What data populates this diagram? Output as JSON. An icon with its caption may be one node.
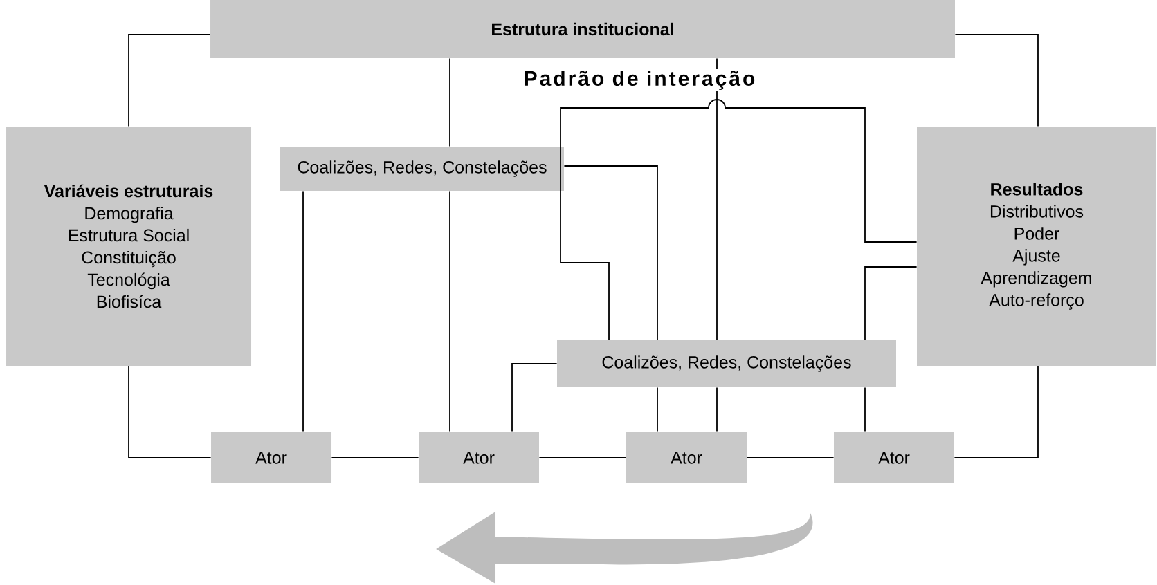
{
  "diagram": {
    "nodes": [
      {
        "text": [
          "Estrutura institucional"
        ]
      },
      {
        "text": [
          "Variáveis estruturais",
          "Demografia",
          "Estrutura Social",
          "Constituição",
          "Tecnológia",
          "Biofisíca"
        ]
      },
      {
        "text": [
          "Coalizões, Redes, Constelações"
        ]
      },
      {
        "text": [
          "Coalizões, Redes, Constelações"
        ]
      },
      {
        "text": [
          "Resultados",
          "Distributivos",
          "Poder",
          "Ajuste",
          "Aprendizagem",
          "Auto-reforço"
        ]
      },
      {
        "text": [
          "Ator"
        ]
      },
      {
        "text": [
          "Ator"
        ]
      },
      {
        "text": [
          "Ator"
        ]
      },
      {
        "text": [
          "Ator"
        ]
      }
    ],
    "edges": [
      {
        "from": 0,
        "to": 1,
        "arrow": "none"
      },
      {
        "from": 0,
        "to": 4,
        "arrow": "none"
      },
      {
        "from": 1,
        "to": 5,
        "arrow": "none"
      },
      {
        "from": 5,
        "to": 6,
        "arrow": "none"
      },
      {
        "from": 6,
        "to": 7,
        "arrow": "none"
      },
      {
        "from": 7,
        "to": 8,
        "arrow": "none"
      },
      {
        "from": 8,
        "to": 4,
        "arrow": "none"
      },
      {
        "from": 5,
        "to": 2,
        "arrow": "none"
      },
      {
        "from": 0,
        "to": 2,
        "arrow": "none"
      },
      {
        "from": 2,
        "to": 6,
        "arrow": "none"
      },
      {
        "from": 2,
        "to": 3,
        "arrow": "none"
      },
      {
        "from": 3,
        "to": 7,
        "arrow": "none"
      },
      {
        "from": 4,
        "to": 3,
        "arrow": "none"
      },
      {
        "from": 0,
        "to": 3,
        "arrow": "none"
      },
      {
        "from": 3,
        "to": 7,
        "arrow": "none"
      },
      {
        "from": 4,
        "to": 3,
        "arrow": "none"
      },
      {
        "from": 3,
        "to": 8,
        "arrow": "none"
      },
      {
        "from": 3,
        "to": 6,
        "arrow": "none"
      }
    ],
    "labels": [
      "Padrão de interação"
    ]
  }
}
